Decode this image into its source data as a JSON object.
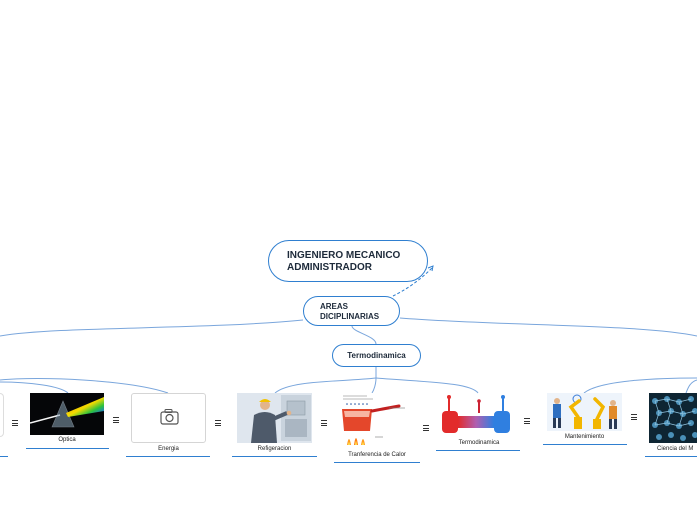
{
  "root": {
    "label": "INGENIERO MECANICO ADMINISTRADOR"
  },
  "areas": {
    "label": "AREAS DICIPLINARIAS"
  },
  "termo_branch": {
    "label": "Termodinamica"
  },
  "cards": [
    {
      "label": "Optica",
      "icon": "prism-icon"
    },
    {
      "label": "Energia",
      "icon": "camera-icon"
    },
    {
      "label": "Refigeracion",
      "icon": "technician-photo"
    },
    {
      "label": "Tranferencia de Calor",
      "icon": "heat-pot-diagram"
    },
    {
      "label": "Termodinamica",
      "icon": "heat-exchange-diagram"
    },
    {
      "label": "Mantenimiento",
      "icon": "robot-arms-illustration"
    },
    {
      "label": "Ciencia del M",
      "icon": "lattice-structure-image"
    }
  ],
  "colors": {
    "line": "#5a8fd0",
    "accent": "#2f7fd0",
    "connector_green": "#2e6b3a"
  }
}
